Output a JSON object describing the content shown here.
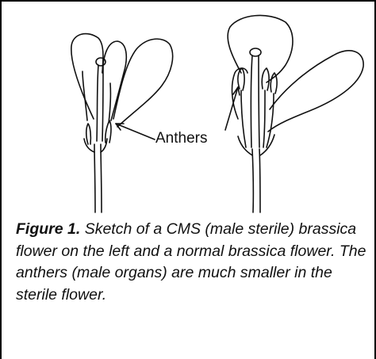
{
  "annotation": {
    "label": "Anthers"
  },
  "caption": {
    "figure_label": "Figure 1.",
    "text": " Sketch of a CMS (male sterile) brassica flower on the left and a normal brassica flower. The anthers (male organs) are much smaller in the sterile flower."
  }
}
